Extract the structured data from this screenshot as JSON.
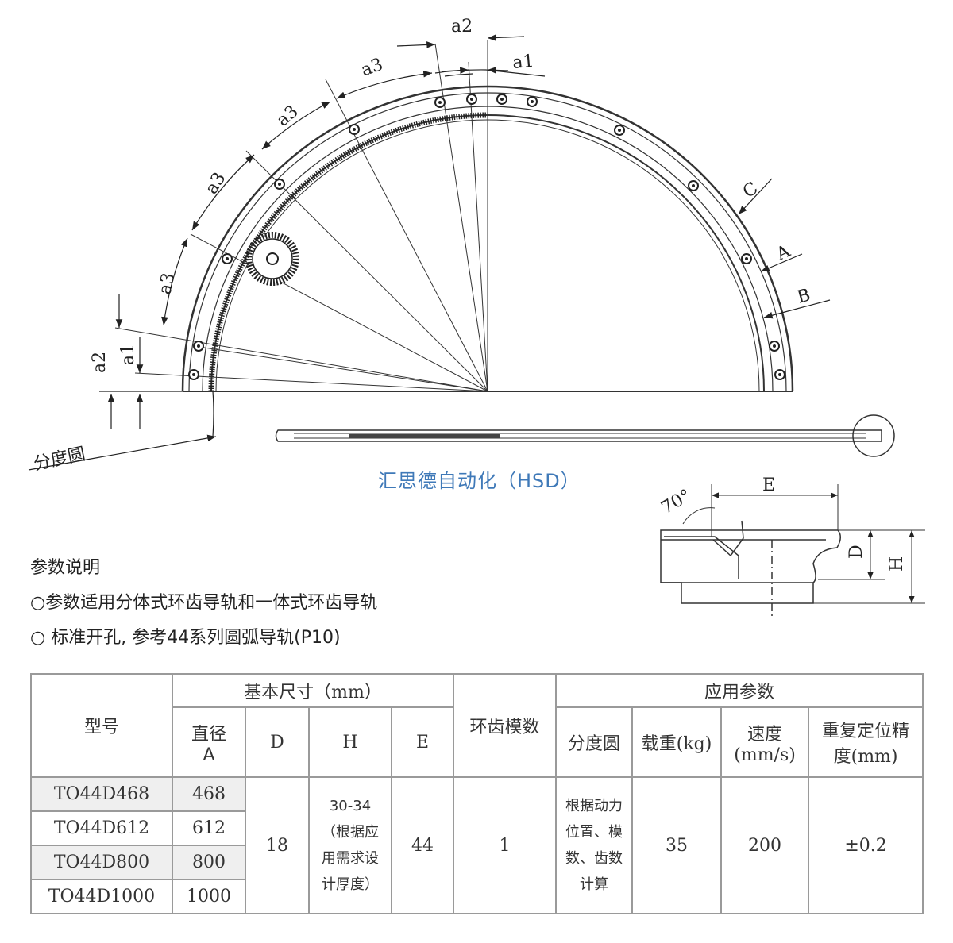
{
  "drawing": {
    "dim_labels": {
      "a1_top": "a1",
      "a2_top": "a2",
      "a3_1": "a3",
      "a3_2": "a3",
      "a3_3": "a3",
      "a3_4": "a3",
      "a1_left": "a1",
      "a2_left": "a2",
      "C": "C",
      "A": "A",
      "B": "B",
      "pitch_circle": "分度圆",
      "angle": "70°",
      "E": "E",
      "D": "D",
      "H": "H"
    },
    "watermark": "汇思德自动化（HSD）"
  },
  "notes": {
    "title": "参数说明",
    "line1": "○参数适用分体式环齿导轨和一体式环齿导轨",
    "line2": "○ 标准开孔, 参考44系列圆弧导轨(P10)"
  },
  "table": {
    "h_model": "型号",
    "h_basic": "基本尺寸（mm）",
    "h_teeth": "环齿模数",
    "h_app": "应用参数",
    "h_diam": "直径",
    "h_diam_a": "A",
    "h_d": "D",
    "h_h": "H",
    "h_e": "E",
    "h_pitch": "分度圆",
    "h_load": "载重(kg)",
    "h_speed_1": "速度",
    "h_speed_2": "(mm/s)",
    "h_prec_1": "重复定位精",
    "h_prec_2": "度(mm)",
    "rows": [
      {
        "model": "TO44D468",
        "a": "468"
      },
      {
        "model": "TO44D612",
        "a": "612"
      },
      {
        "model": "TO44D800",
        "a": "800"
      },
      {
        "model": "TO44D1000",
        "a": "1000"
      }
    ],
    "d": "18",
    "h_lines": [
      "30-34",
      "（根据应",
      "用需求设",
      "计厚度）"
    ],
    "e": "44",
    "module": "1",
    "pitch_lines": [
      "根据动力",
      "位置、模",
      "数、齿数",
      "计算"
    ],
    "load": "35",
    "speed": "200",
    "precision": "±0.2"
  }
}
